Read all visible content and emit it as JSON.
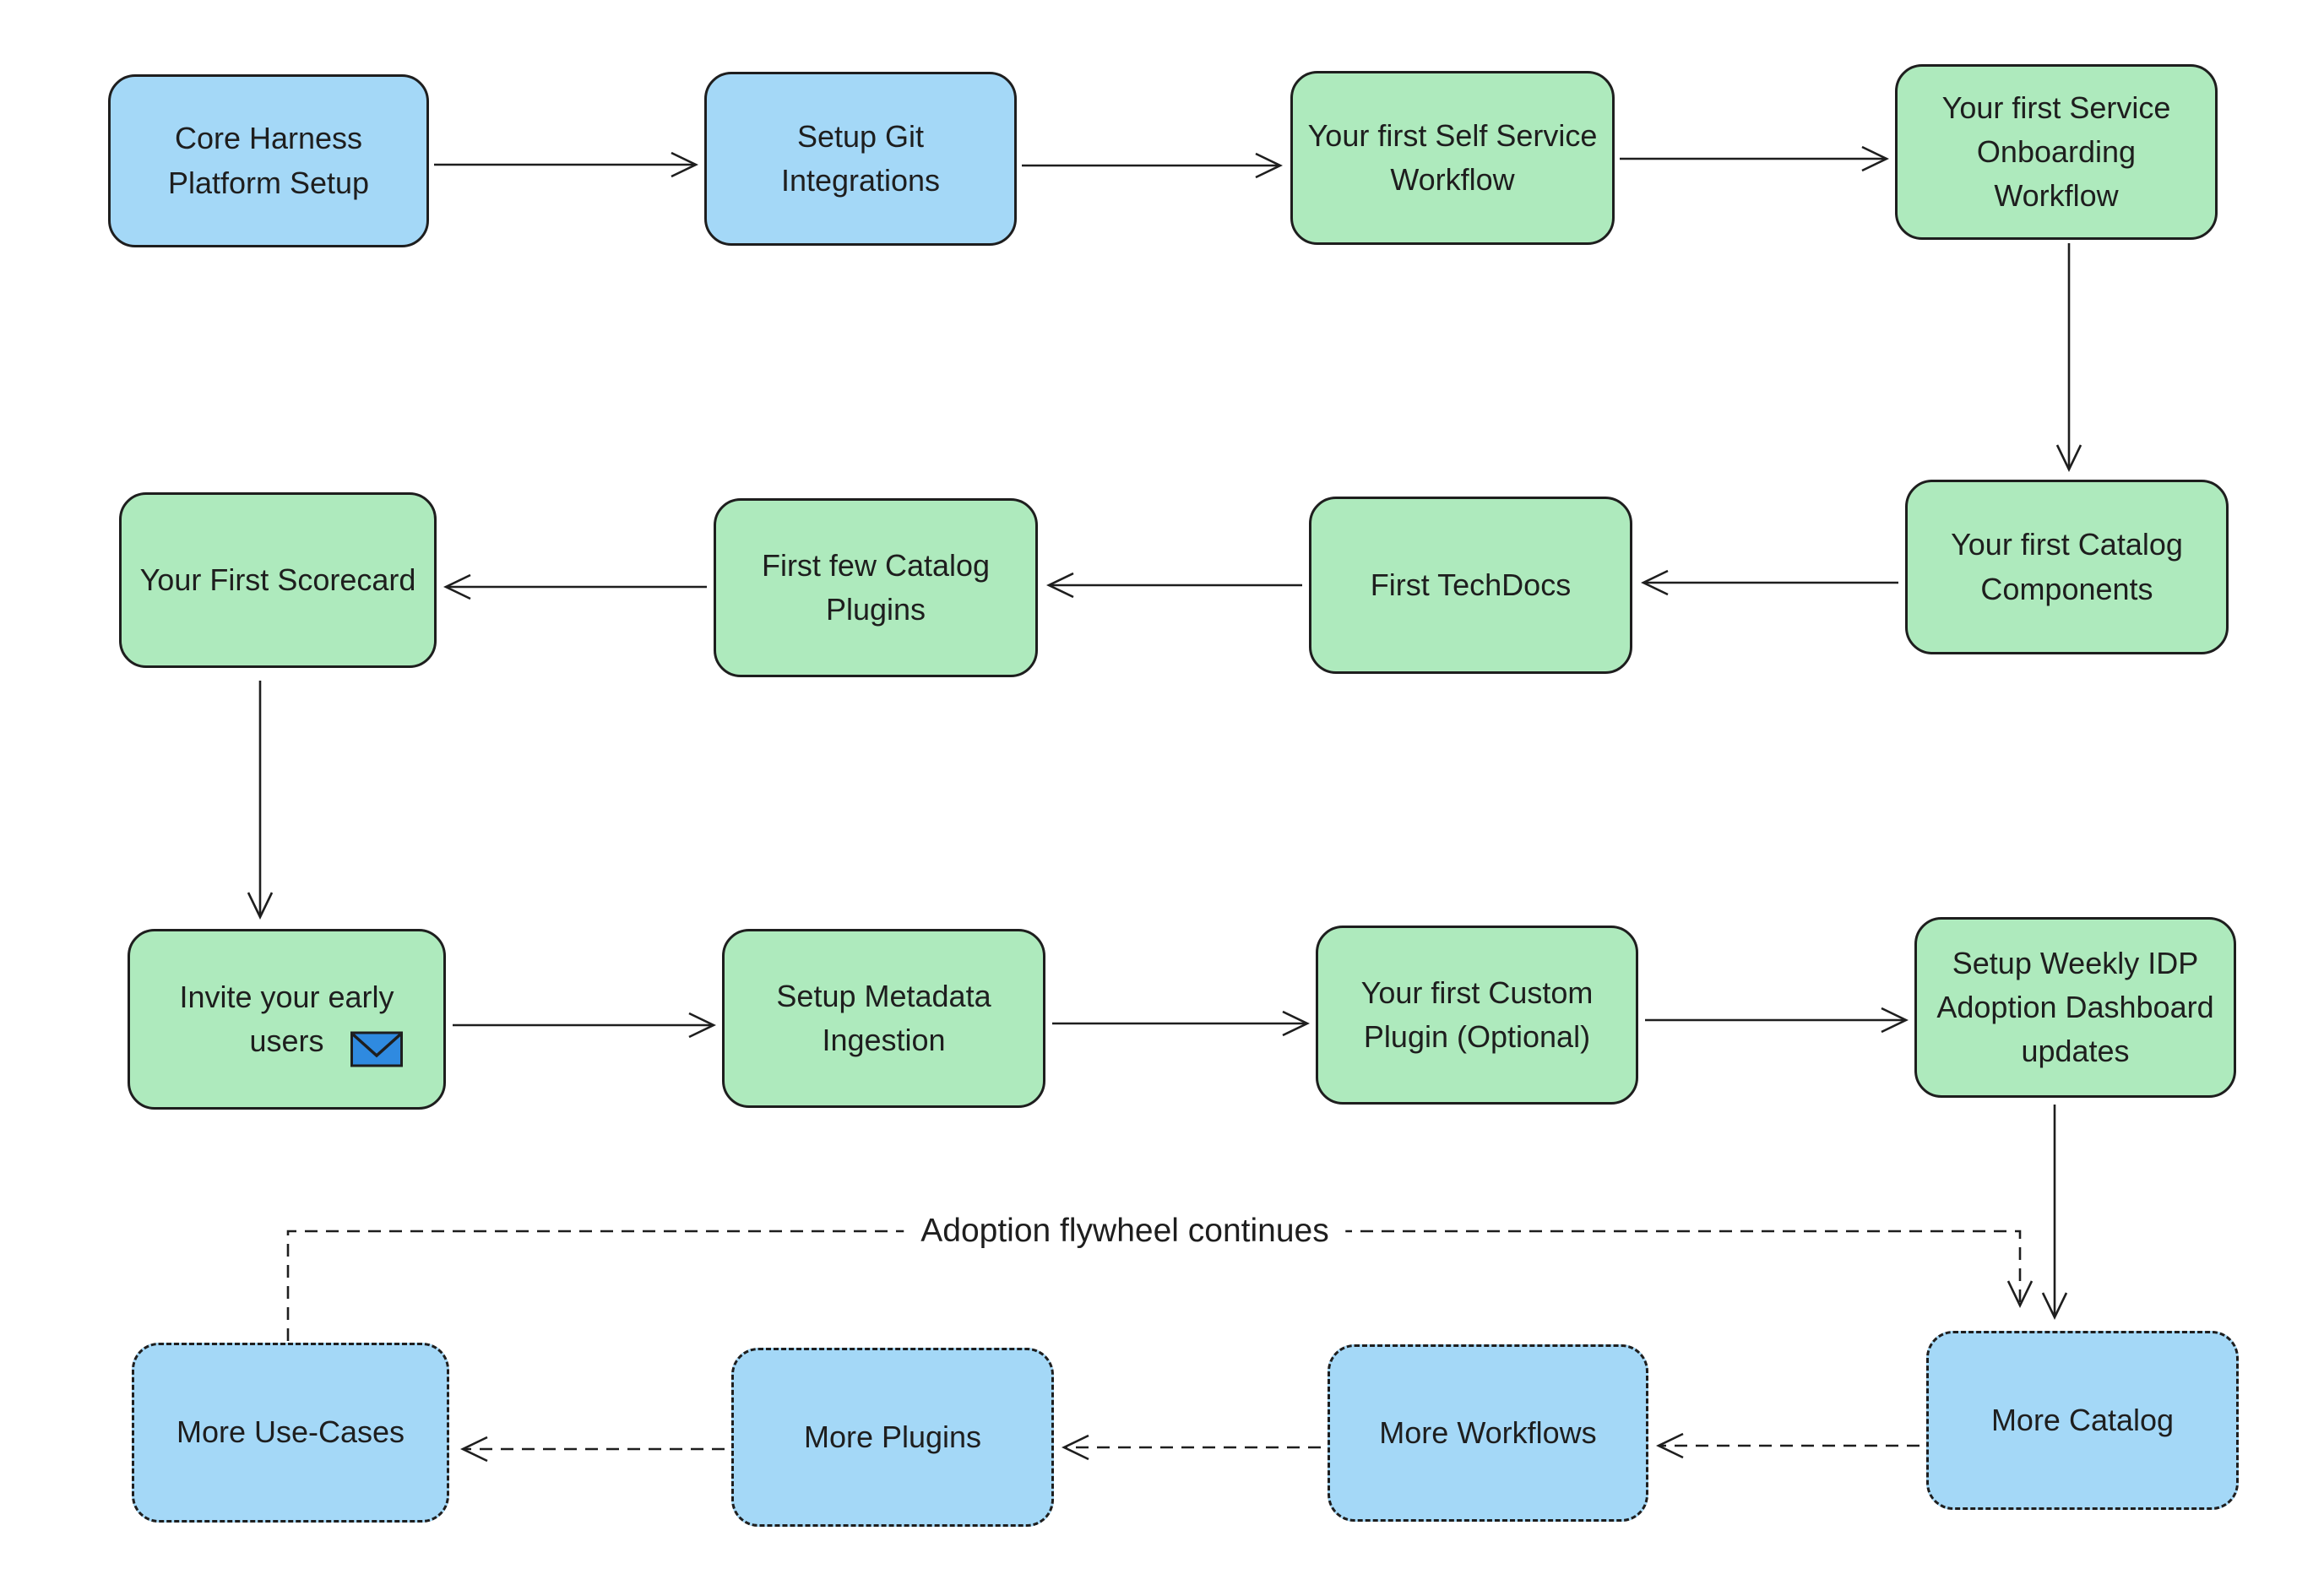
{
  "diagram": {
    "flywheel_label": "Adoption flywheel continues",
    "nodes": [
      {
        "id": "core-harness-platform-setup",
        "label": "Core Harness\nPlatform Setup",
        "color": "blue",
        "border": "solid"
      },
      {
        "id": "setup-git-integrations",
        "label": "Setup Git\nIntegrations",
        "color": "blue",
        "border": "solid"
      },
      {
        "id": "first-self-service-workflow",
        "label": "Your first Self Service\nWorkflow",
        "color": "green",
        "border": "solid"
      },
      {
        "id": "first-service-onboarding-workflow",
        "label": "Your first Service\nOnboarding\nWorkflow",
        "color": "green",
        "border": "solid"
      },
      {
        "id": "first-scorecard",
        "label": "Your First Scorecard",
        "color": "green",
        "border": "solid"
      },
      {
        "id": "first-few-catalog-plugins",
        "label": "First few Catalog\nPlugins",
        "color": "green",
        "border": "solid"
      },
      {
        "id": "first-techdocs",
        "label": "First TechDocs",
        "color": "green",
        "border": "solid"
      },
      {
        "id": "first-catalog-components",
        "label": "Your first Catalog\nComponents",
        "color": "green",
        "border": "solid"
      },
      {
        "id": "invite-early-users",
        "label": "Invite your early\nusers",
        "color": "green",
        "border": "solid",
        "icon": "envelope-icon"
      },
      {
        "id": "setup-metadata-ingestion",
        "label": "Setup Metadata\nIngestion",
        "color": "green",
        "border": "solid"
      },
      {
        "id": "first-custom-plugin",
        "label": "Your first Custom\nPlugin (Optional)",
        "color": "green",
        "border": "solid"
      },
      {
        "id": "setup-weekly-idp-dashboard",
        "label": "Setup Weekly IDP\nAdoption Dashboard\nupdates",
        "color": "green",
        "border": "solid"
      },
      {
        "id": "more-use-cases",
        "label": "More Use-Cases",
        "color": "blue",
        "border": "dashed"
      },
      {
        "id": "more-plugins",
        "label": "More Plugins",
        "color": "blue",
        "border": "dashed"
      },
      {
        "id": "more-workflows",
        "label": "More Workflows",
        "color": "blue",
        "border": "dashed"
      },
      {
        "id": "more-catalog",
        "label": "More Catalog",
        "color": "blue",
        "border": "dashed"
      }
    ],
    "colors": {
      "node_blue": "#a4d8f7",
      "node_green": "#aeeabd",
      "outline": "#1e1e1e",
      "envelope_blue": "#2f8ae0",
      "background": "#ffffff"
    }
  }
}
